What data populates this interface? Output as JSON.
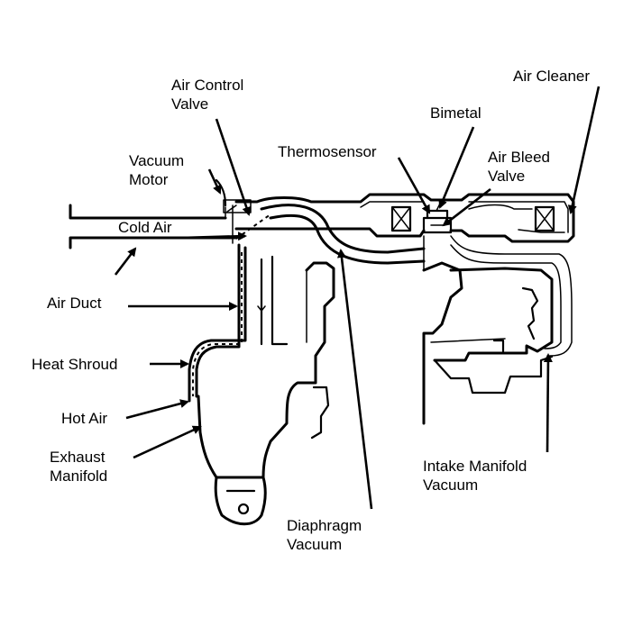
{
  "labels": {
    "air_control_valve": [
      "Air Control",
      "Valve"
    ],
    "air_cleaner": "Air Cleaner",
    "bimetal": "Bimetal",
    "thermosensor": "Thermosensor",
    "air_bleed_valve": [
      "Air Bleed",
      "Valve"
    ],
    "vacuum_motor": [
      "Vacuum",
      "Motor"
    ],
    "cold_air": "Cold Air",
    "air_duct": "Air Duct",
    "heat_shroud": "Heat Shroud",
    "hot_air": "Hot Air",
    "exhaust_manifold": [
      "Exhaust",
      "Manifold"
    ],
    "intake_manifold_vacuum": [
      "Intake Manifold",
      "Vacuum"
    ],
    "diaphragm_vacuum": [
      "Diaphragm",
      "Vacuum"
    ]
  },
  "colors": {
    "ink": "#000000",
    "paper": "#ffffff"
  }
}
